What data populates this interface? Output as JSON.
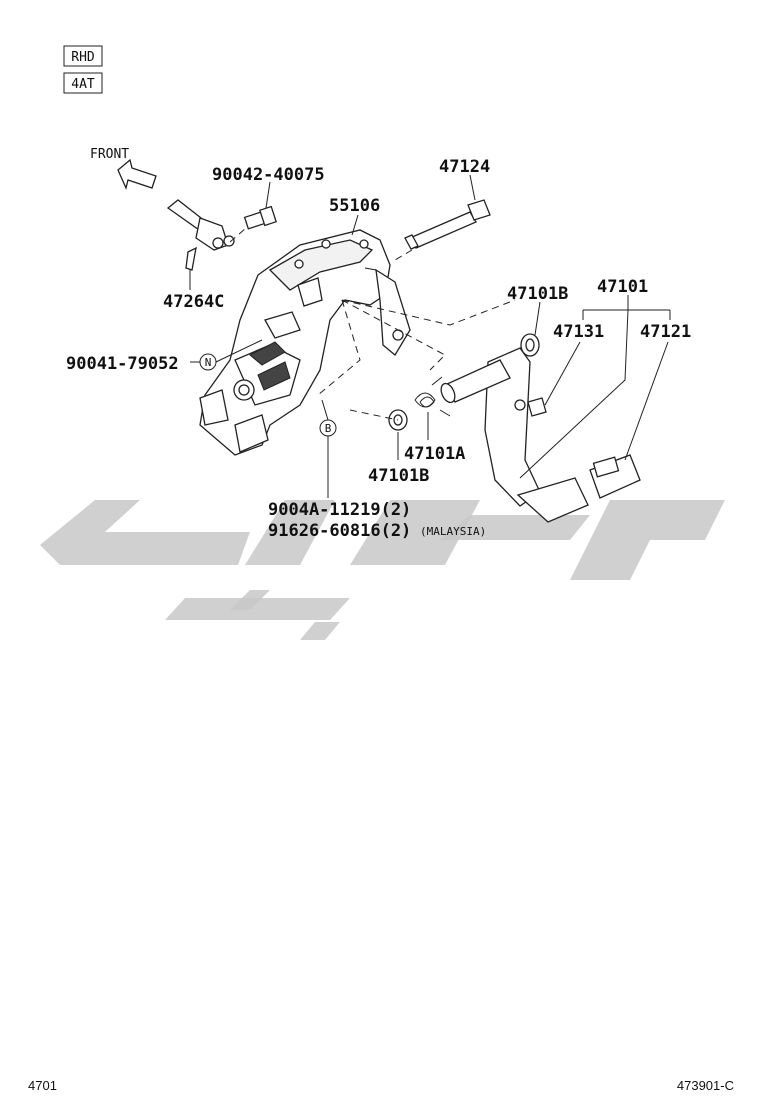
{
  "tags": [
    "RHD",
    "4AT"
  ],
  "front_label": "FRONT",
  "parts": {
    "p90042": "90042-40075",
    "p47124": "47124",
    "p55106": "55106",
    "p47264C": "47264C",
    "p47101": "47101",
    "p47101B_top": "47101B",
    "p47131": "47131",
    "p47121": "47121",
    "p90041": "90041-79052",
    "p47101A": "47101A",
    "p47101B_bottom": "47101B",
    "p9004A": "9004A-11219(2)",
    "p91626": "91626-60816(2)",
    "p91626_note": "(MALAYSIA)"
  },
  "callouts": {
    "N": "N",
    "B": "B"
  },
  "footer": {
    "left": "4701",
    "right": "473901-C"
  }
}
